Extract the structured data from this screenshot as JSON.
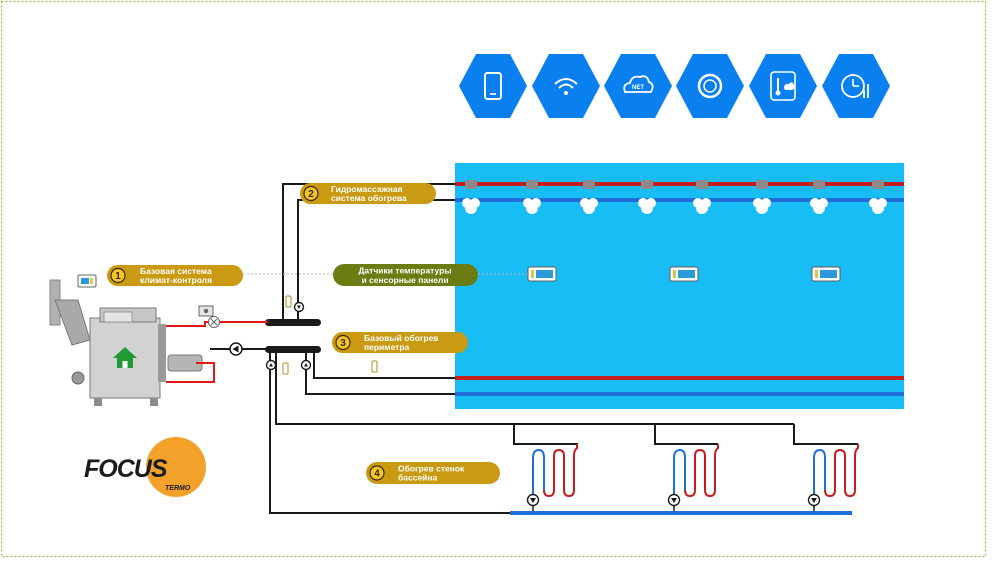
{
  "labels": {
    "l1": {
      "number": "1",
      "line1": "Базовая система",
      "line2": "климат-контроля"
    },
    "l2": {
      "number": "2",
      "line1": "Гидромассажная",
      "line2": "система обогрева"
    },
    "l3": {
      "number": "3",
      "line1": "Базовый обогрев",
      "line2": "периметра"
    },
    "l4": {
      "number": "4",
      "line1": "Обогрев стенок",
      "line2": "бассейна"
    },
    "sensors": {
      "line1": "Датчики температуры",
      "line2": "и сенсорные панели"
    }
  },
  "logo": {
    "brand": "FOCUS",
    "sub": "TERMO"
  },
  "icons": [
    "phone-icon",
    "wifi-icon",
    "cloud-net-icon",
    "ring-icon",
    "thermometer-weather-icon",
    "clock-chart-icon"
  ],
  "icon_texts": {
    "net": "NET"
  },
  "colors": {
    "pool": "#19bdf5",
    "hot": "#c41e1e",
    "cold": "#1e6fd8",
    "label_gold": "#c99a12",
    "label_olive": "#6b7d12",
    "hex_blue": "#0a7ff0",
    "logo_orange": "#f2a22b",
    "border": "#a5b04a"
  }
}
